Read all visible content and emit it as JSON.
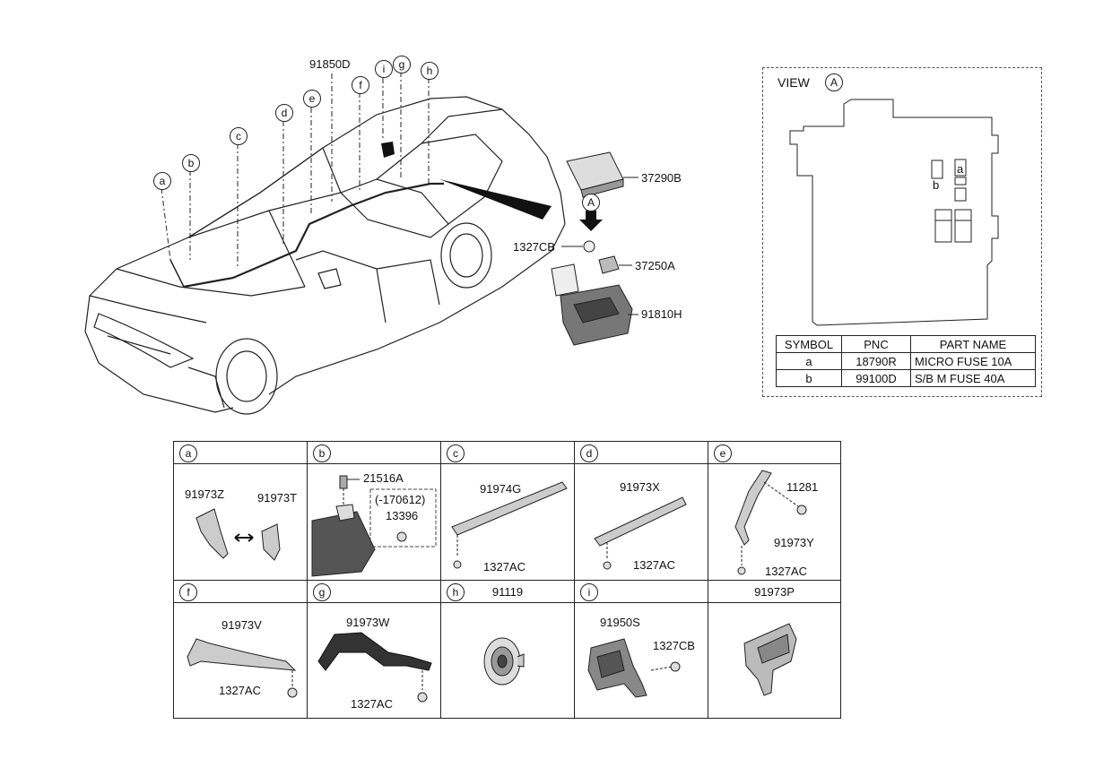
{
  "main": {
    "harness_code": "91850D",
    "callouts": [
      "a",
      "b",
      "c",
      "d",
      "e",
      "f",
      "g",
      "h",
      "i"
    ],
    "view_marker": "A",
    "parts": {
      "module": "37290B",
      "nut": "1327CB",
      "connector": "37250A",
      "fuse_box": "91810H"
    }
  },
  "view": {
    "title": "VIEW",
    "marker": "A",
    "fuse_labels": [
      "a",
      "b"
    ],
    "table": {
      "headers": [
        "SYMBOL",
        "PNC",
        "PART NAME"
      ],
      "rows": [
        [
          "a",
          "18790R",
          "MICRO FUSE 10A"
        ],
        [
          "b",
          "99100D",
          "S/B M FUSE 40A"
        ]
      ]
    }
  },
  "grid": {
    "cells": [
      {
        "key": "a",
        "title": "",
        "labels": [
          "91973Z",
          "91973T"
        ]
      },
      {
        "key": "b",
        "title": "",
        "labels": [
          "21516A",
          "(-170612)",
          "13396"
        ]
      },
      {
        "key": "c",
        "title": "",
        "labels": [
          "91974G",
          "1327AC"
        ]
      },
      {
        "key": "d",
        "title": "",
        "labels": [
          "91973X",
          "1327AC"
        ]
      },
      {
        "key": "e",
        "title": "",
        "labels": [
          "11281",
          "91973Y",
          "1327AC"
        ]
      },
      {
        "key": "f",
        "title": "",
        "labels": [
          "91973V",
          "1327AC"
        ]
      },
      {
        "key": "g",
        "title": "",
        "labels": [
          "91973W",
          "1327AC"
        ]
      },
      {
        "key": "h",
        "title": "91119",
        "labels": []
      },
      {
        "key": "i",
        "title": "",
        "labels": [
          "91950S",
          "1327CB"
        ]
      },
      {
        "key": "",
        "title": "91973P",
        "labels": []
      }
    ]
  }
}
